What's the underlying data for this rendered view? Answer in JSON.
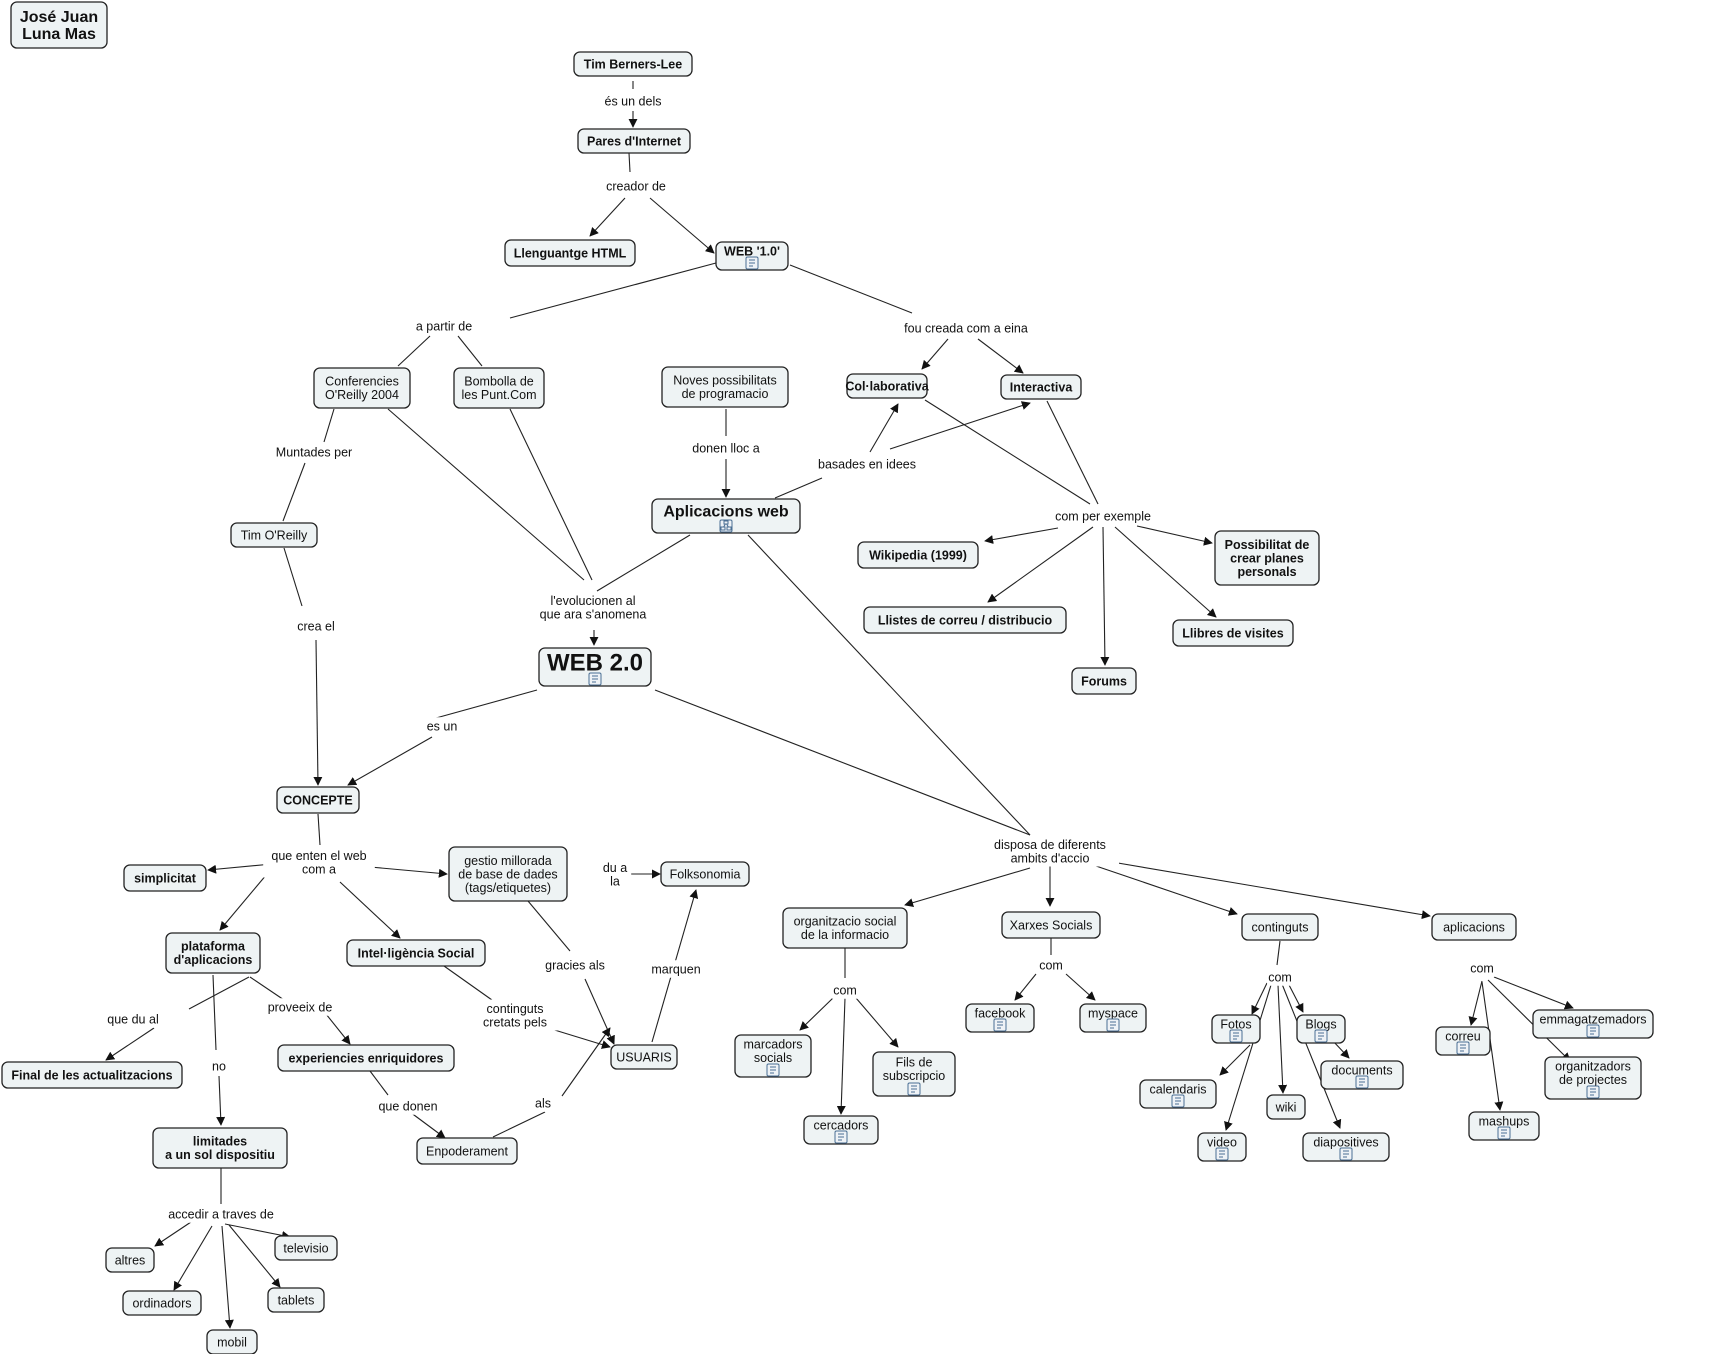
{
  "author": [
    "José Juan",
    "Luna Mas"
  ],
  "nodes": [
    {
      "id": "tbl",
      "lines": [
        "Tim Berners-Lee"
      ],
      "bold": true
    },
    {
      "id": "pares",
      "lines": [
        "Pares d'Internet"
      ],
      "bold": true
    },
    {
      "id": "html",
      "lines": [
        "Llenguantge HTML"
      ],
      "bold": true
    },
    {
      "id": "web1",
      "lines": [
        "WEB '1.0'"
      ],
      "bold": true,
      "icon": "document-icon"
    },
    {
      "id": "oreilly2004",
      "lines": [
        "Conferencies",
        "O'Reilly 2004"
      ]
    },
    {
      "id": "bombolla",
      "lines": [
        "Bombolla de",
        "les Punt.Com"
      ]
    },
    {
      "id": "noves",
      "lines": [
        "Noves possibilitats",
        "de programacio"
      ]
    },
    {
      "id": "colab",
      "lines": [
        "Col·laborativa"
      ],
      "bold": true
    },
    {
      "id": "interactiva",
      "lines": [
        "Interactiva"
      ],
      "bold": true
    },
    {
      "id": "timoreilly",
      "lines": [
        "Tim O'Reilly"
      ]
    },
    {
      "id": "apps",
      "lines": [
        "Aplicacions web"
      ],
      "bold": true,
      "big": true,
      "icon": "map-link-icon"
    },
    {
      "id": "wikipedia",
      "lines": [
        "Wikipedia (1999)"
      ],
      "bold": true
    },
    {
      "id": "planes",
      "lines": [
        "Possibilitat de",
        "crear planes",
        "personals"
      ],
      "bold": true
    },
    {
      "id": "llistes",
      "lines": [
        "Llistes de correu / distribucio"
      ],
      "bold": true
    },
    {
      "id": "llibres",
      "lines": [
        "Llibres de visites"
      ],
      "bold": true
    },
    {
      "id": "forums",
      "lines": [
        "Forums"
      ],
      "bold": true
    },
    {
      "id": "web2",
      "lines": [
        "WEB 2.0"
      ],
      "bold": true,
      "huge": true,
      "icon": "document-icon"
    },
    {
      "id": "concepte",
      "lines": [
        "CONCEPTE"
      ],
      "bold": true
    },
    {
      "id": "simplicitat",
      "lines": [
        "simplicitat"
      ],
      "bold": true
    },
    {
      "id": "gestio",
      "lines": [
        "gestio millorada",
        "de base de dades",
        "(tags/etiquetes)"
      ]
    },
    {
      "id": "folks",
      "lines": [
        "Folksonomia"
      ]
    },
    {
      "id": "plataforma",
      "lines": [
        "plataforma",
        "d'aplicacions"
      ],
      "bold": true
    },
    {
      "id": "intel",
      "lines": [
        "Intel·ligència Social"
      ],
      "bold": true
    },
    {
      "id": "final",
      "lines": [
        "Final de les actualitzacions"
      ],
      "bold": true
    },
    {
      "id": "experiencies",
      "lines": [
        "experiencies enriquidores"
      ],
      "bold": true
    },
    {
      "id": "usuaris",
      "lines": [
        "USUARIS"
      ]
    },
    {
      "id": "limitades",
      "lines": [
        "limitades",
        "a un sol dispositiu"
      ],
      "bold": true
    },
    {
      "id": "enpoderament",
      "lines": [
        "Enpoderament"
      ]
    },
    {
      "id": "altres",
      "lines": [
        "altres"
      ]
    },
    {
      "id": "televisio",
      "lines": [
        "televisio"
      ]
    },
    {
      "id": "ordinadors",
      "lines": [
        "ordinadors"
      ]
    },
    {
      "id": "tablets",
      "lines": [
        "tablets"
      ]
    },
    {
      "id": "mobil",
      "lines": [
        "mobil"
      ]
    },
    {
      "id": "orgsocial",
      "lines": [
        "organitzacio social",
        "de la informacio"
      ]
    },
    {
      "id": "xarxes",
      "lines": [
        "Xarxes Socials"
      ]
    },
    {
      "id": "continguts",
      "lines": [
        "continguts"
      ]
    },
    {
      "id": "aplicacions",
      "lines": [
        "aplicacions"
      ]
    },
    {
      "id": "marcadors",
      "lines": [
        "marcadors",
        "socials"
      ],
      "icon": "document-icon"
    },
    {
      "id": "fils",
      "lines": [
        "Fils de",
        "subscripcio"
      ],
      "icon": "document-icon"
    },
    {
      "id": "cercadors",
      "lines": [
        "cercadors"
      ],
      "icon": "document-icon"
    },
    {
      "id": "facebook",
      "lines": [
        "facebook"
      ],
      "icon": "document-icon"
    },
    {
      "id": "myspace",
      "lines": [
        "myspace"
      ],
      "icon": "document-icon"
    },
    {
      "id": "fotos",
      "lines": [
        "Fotos"
      ],
      "icon": "document-icon"
    },
    {
      "id": "blogs",
      "lines": [
        "Blogs"
      ],
      "icon": "document-icon"
    },
    {
      "id": "documents",
      "lines": [
        "documents"
      ],
      "icon": "document-icon"
    },
    {
      "id": "calendaris",
      "lines": [
        "calendaris"
      ],
      "icon": "document-icon"
    },
    {
      "id": "wiki",
      "lines": [
        "wiki"
      ]
    },
    {
      "id": "video",
      "lines": [
        "video"
      ],
      "icon": "document-icon"
    },
    {
      "id": "diapositives",
      "lines": [
        "diapositives"
      ],
      "icon": "document-icon"
    },
    {
      "id": "correu",
      "lines": [
        "correu"
      ],
      "icon": "document-icon"
    },
    {
      "id": "emmagatzemadors",
      "lines": [
        "emmagatzemadors"
      ],
      "icon": "document-icon"
    },
    {
      "id": "organitzadors",
      "lines": [
        "organitzadors",
        "de projectes"
      ],
      "icon": "document-icon"
    },
    {
      "id": "mashups",
      "lines": [
        "mashups"
      ],
      "icon": "document-icon"
    }
  ],
  "link_labels": [
    {
      "id": "l_esun",
      "lines": [
        "és un dels"
      ]
    },
    {
      "id": "l_creador",
      "lines": [
        "creador de"
      ]
    },
    {
      "id": "l_apartir",
      "lines": [
        "a partir de"
      ]
    },
    {
      "id": "l_foucreada",
      "lines": [
        "fou creada com a eina"
      ]
    },
    {
      "id": "l_muntades",
      "lines": [
        "Muntades per"
      ]
    },
    {
      "id": "l_donen",
      "lines": [
        "donen lloc a"
      ]
    },
    {
      "id": "l_basades",
      "lines": [
        "basades en idees"
      ]
    },
    {
      "id": "l_comper",
      "lines": [
        "com per exemple"
      ]
    },
    {
      "id": "l_creael",
      "lines": [
        "crea el"
      ]
    },
    {
      "id": "l_evolucionen",
      "lines": [
        "l'evolucionen al",
        "que ara s'anomena"
      ]
    },
    {
      "id": "l_esun2",
      "lines": [
        "es un"
      ]
    },
    {
      "id": "l_queenten",
      "lines": [
        "que enten el web",
        "com a"
      ]
    },
    {
      "id": "l_dua",
      "lines": [
        "du a",
        "la"
      ]
    },
    {
      "id": "l_gracies",
      "lines": [
        "gracies als"
      ]
    },
    {
      "id": "l_marquen",
      "lines": [
        "marquen"
      ]
    },
    {
      "id": "l_quedual",
      "lines": [
        "que du al"
      ]
    },
    {
      "id": "l_proveeix",
      "lines": [
        "proveeix de"
      ]
    },
    {
      "id": "l_contcret",
      "lines": [
        "continguts",
        "cretats pels"
      ]
    },
    {
      "id": "l_no",
      "lines": [
        "no"
      ]
    },
    {
      "id": "l_quedonen",
      "lines": [
        "que donen"
      ]
    },
    {
      "id": "l_als",
      "lines": [
        "als"
      ]
    },
    {
      "id": "l_accedir",
      "lines": [
        "accedir a traves de"
      ]
    },
    {
      "id": "l_disposa",
      "lines": [
        "disposa de diferents",
        "ambits d'accio"
      ]
    },
    {
      "id": "l_com1",
      "lines": [
        "com"
      ]
    },
    {
      "id": "l_com2",
      "lines": [
        "com"
      ]
    },
    {
      "id": "l_com3",
      "lines": [
        "com"
      ]
    },
    {
      "id": "l_com4",
      "lines": [
        "com"
      ]
    }
  ],
  "colors": {
    "node_fill": "#eef3f4",
    "stroke": "#222222",
    "icon": "#4b6f94"
  }
}
